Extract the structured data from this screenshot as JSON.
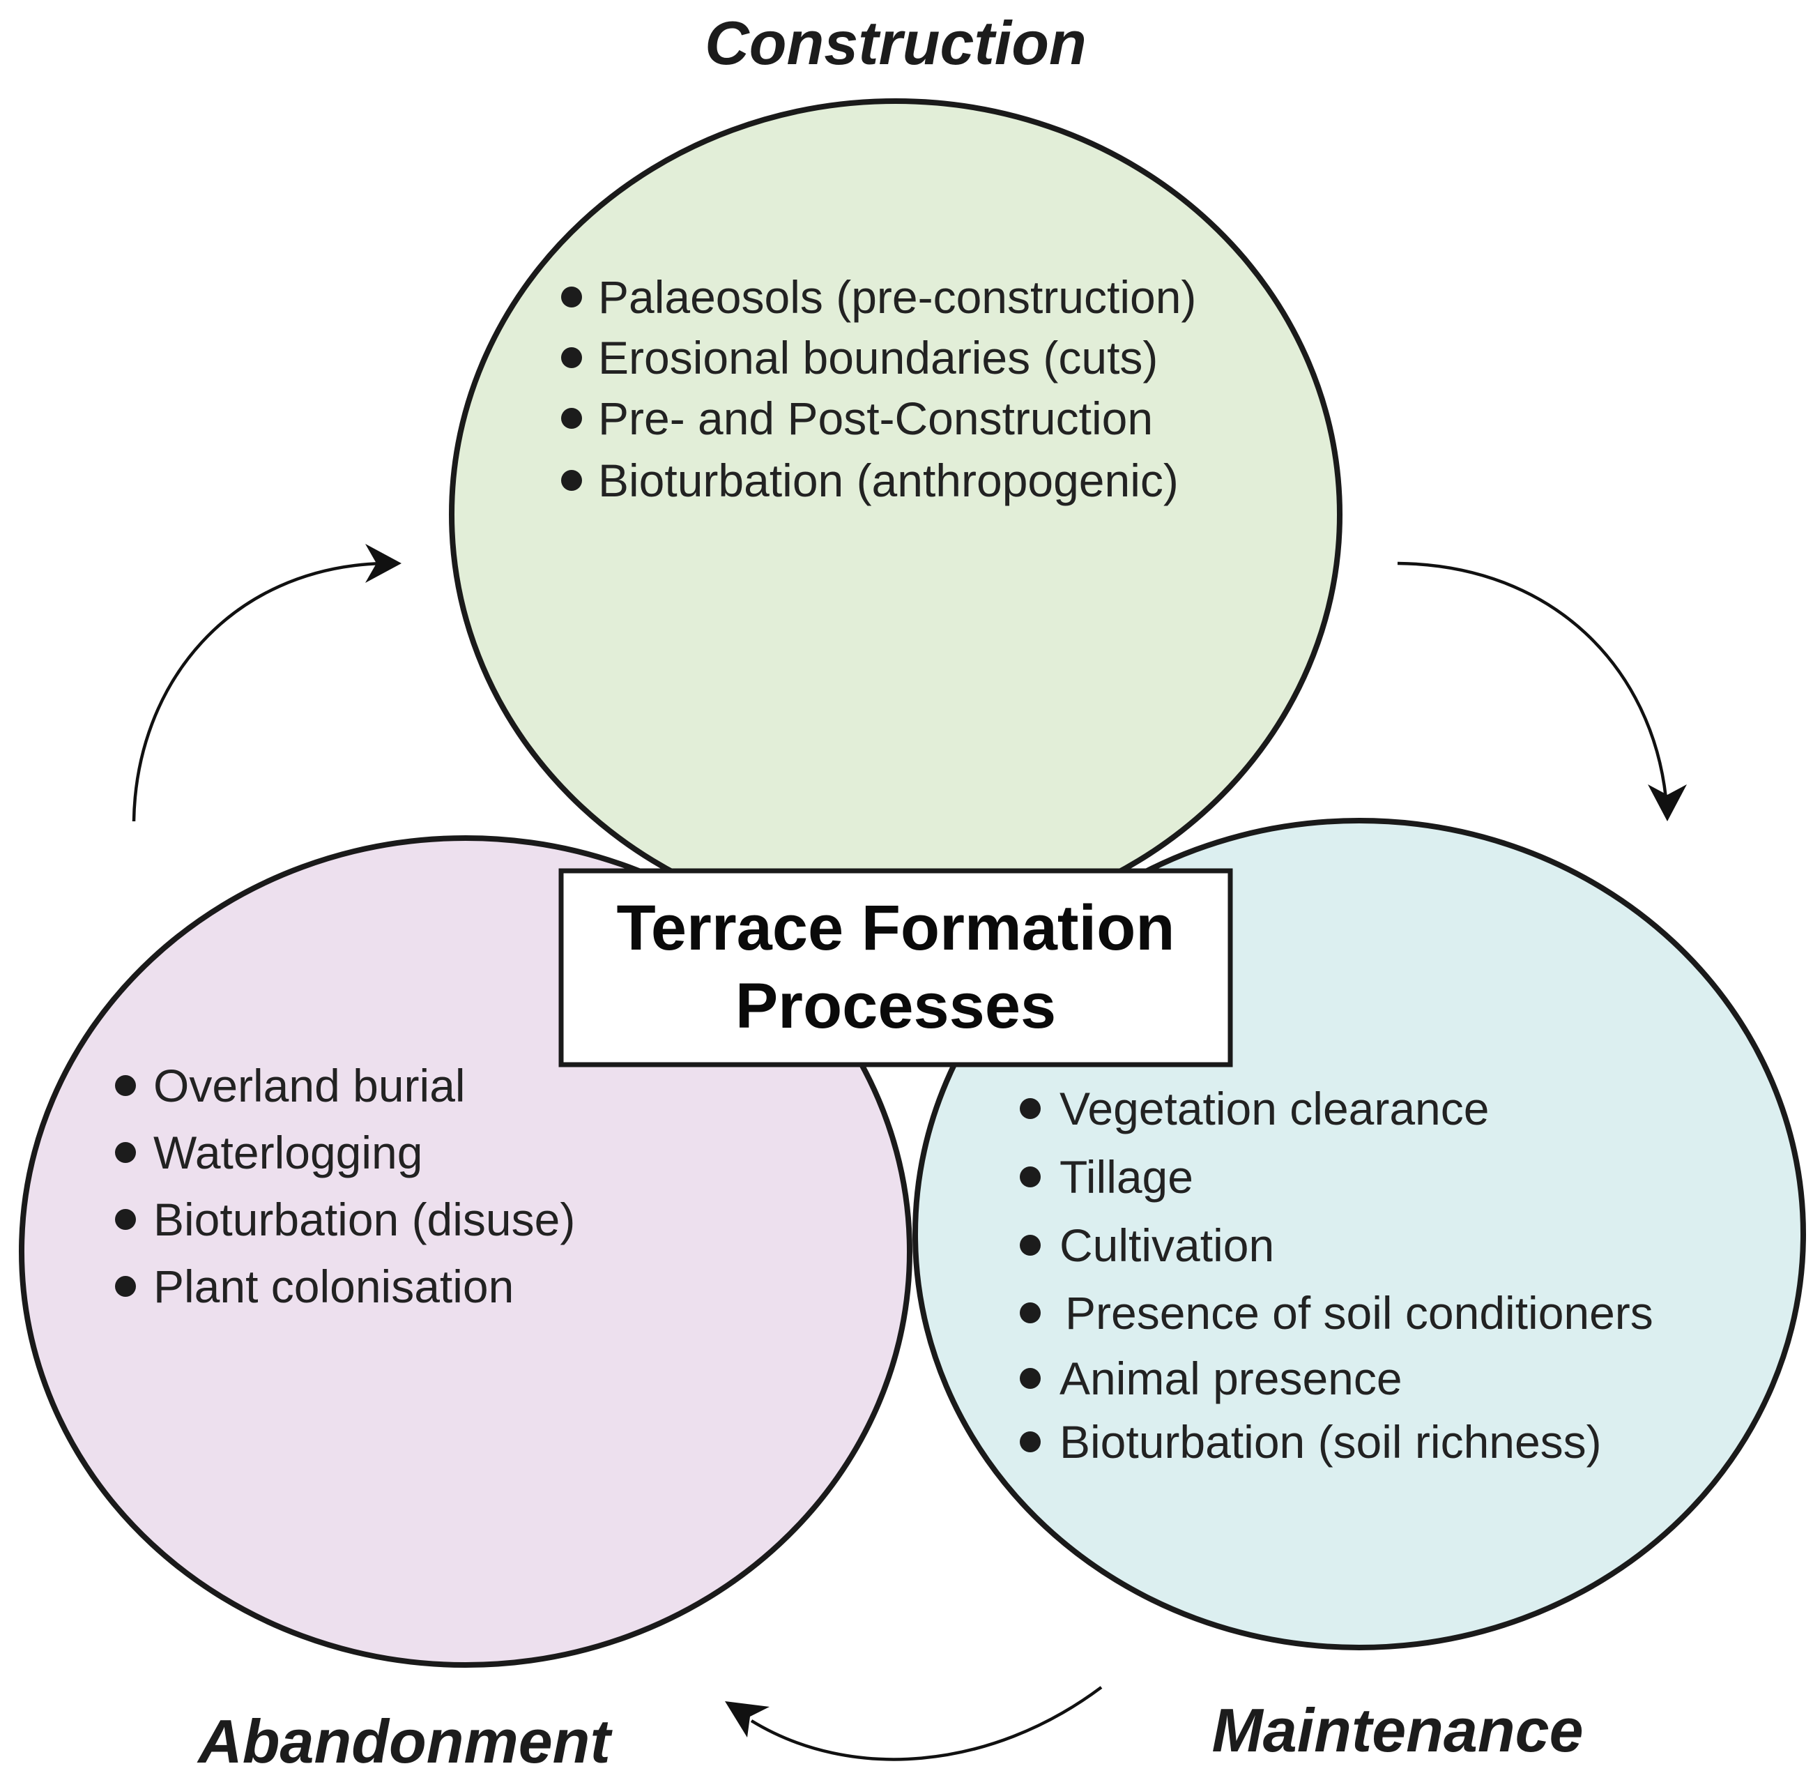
{
  "center": {
    "line1": "Terrace Formation",
    "line2": "Processes"
  },
  "stages": {
    "construction": {
      "title": "Construction",
      "color": "#e2eed8",
      "items": [
        "Palaeosols (pre-construction)",
        "Erosional boundaries (cuts)",
        "Pre- and Post-Construction",
        "Bioturbation (anthropogenic)"
      ]
    },
    "abandonment": {
      "title": "Abandonment",
      "color": "#ede0ee",
      "items": [
        "Overland burial",
        "Waterlogging",
        "Bioturbation (disuse)",
        "Plant colonisation"
      ]
    },
    "maintenance": {
      "title": "Maintenance",
      "color": "#dceff0",
      "items": [
        "Vegetation clearance",
        "Tillage",
        "Cultivation",
        "Presence of soil conditioners",
        "Animal presence",
        "Bioturbation (soil richness)"
      ]
    }
  }
}
